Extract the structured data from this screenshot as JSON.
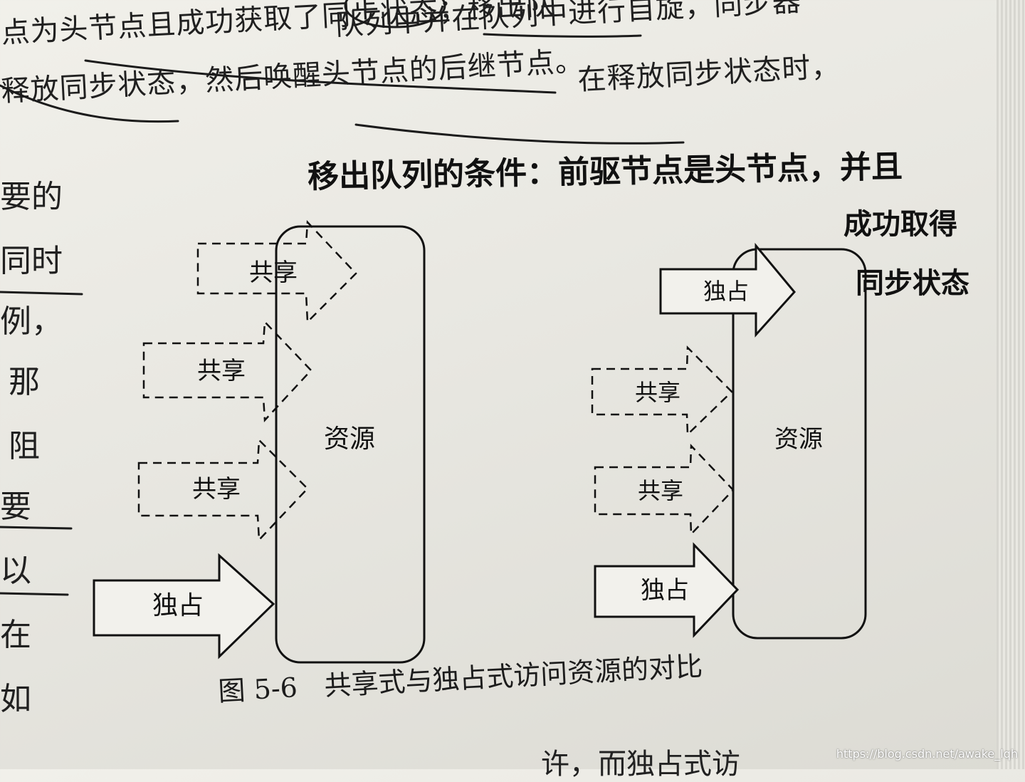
{
  "body_text": {
    "line1": "点为头节点且成功获取了同步状态",
    "line1_tail": "；移出队",
    "line2_head": "释放同步状态，然后唤醒头节点的后继节点。",
    "line2_alt": "在释放同步状态时，",
    "line_top_fragment": "队列中并在队列中进行自旋",
    "line_top_tail": "同步器"
  },
  "left_margin": [
    "要的",
    "同时",
    "例，",
    "那",
    "阻",
    "要",
    "以",
    "在",
    "如"
  ],
  "handwritten": {
    "note_line1": "移出队列的条件：前驱节点是头节点，并且",
    "note_line2": "成功取得",
    "note_line3": "同步状态"
  },
  "diagram_left": {
    "resource_label": "资源",
    "shared_labels": [
      "共享",
      "共享",
      "共享"
    ],
    "exclusive_label": "独占"
  },
  "diagram_right": {
    "resource_label": "资源",
    "shared_labels": [
      "共享",
      "共享"
    ],
    "exclusive_labels": [
      "独占",
      "独占"
    ]
  },
  "caption": {
    "figure_number": "图 5-6",
    "title": "共享式与独占式访问资源的对比"
  },
  "bottom_fragment": "许，而独占式访",
  "watermark": "https://blog.csdn.net/awake_lqh"
}
